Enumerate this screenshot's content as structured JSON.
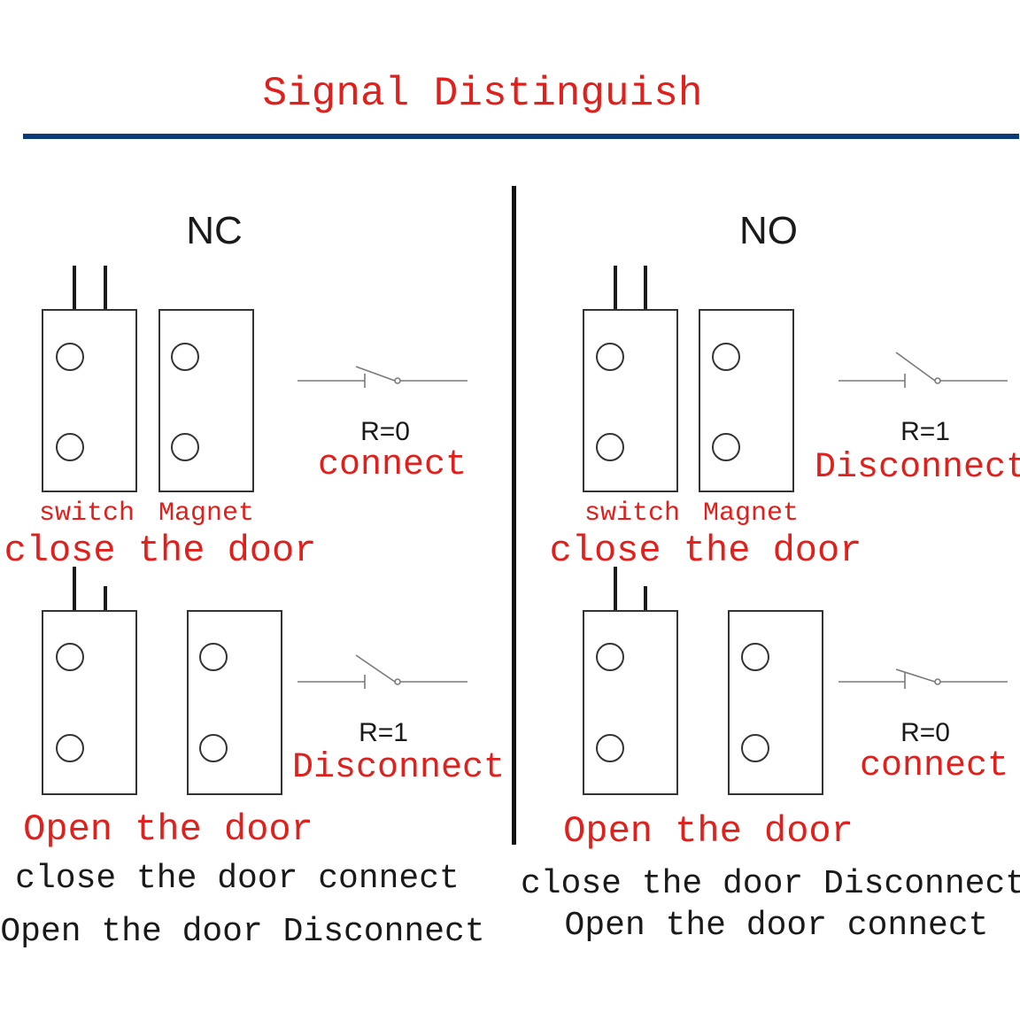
{
  "title": "Signal Distinguish",
  "colors": {
    "title_text": "#e0201c",
    "label_red": "#e0201c",
    "rule_blue": "#0e3a78",
    "ink": "#1a1a1a",
    "wire_gray": "#7a7a7a"
  },
  "nc": {
    "heading": "NC",
    "closed": {
      "resistance": "R=0",
      "state": "connect",
      "caption": "close the door"
    },
    "open": {
      "resistance": "R=1",
      "state": "Disconnect",
      "caption": "Open the door"
    },
    "part_labels": {
      "switch": "switch",
      "magnet": "Magnet"
    },
    "summary": [
      "close the door connect",
      "Open the door Disconnect"
    ]
  },
  "no": {
    "heading": "NO",
    "closed": {
      "resistance": "R=1",
      "state": "Disconnect",
      "caption": "close the door"
    },
    "open": {
      "resistance": "R=0",
      "state": "connect",
      "caption": "Open the door"
    },
    "part_labels": {
      "switch": "switch",
      "magnet": "Magnet"
    },
    "summary": [
      "close the door Disconnect",
      "Open the door connect"
    ]
  }
}
